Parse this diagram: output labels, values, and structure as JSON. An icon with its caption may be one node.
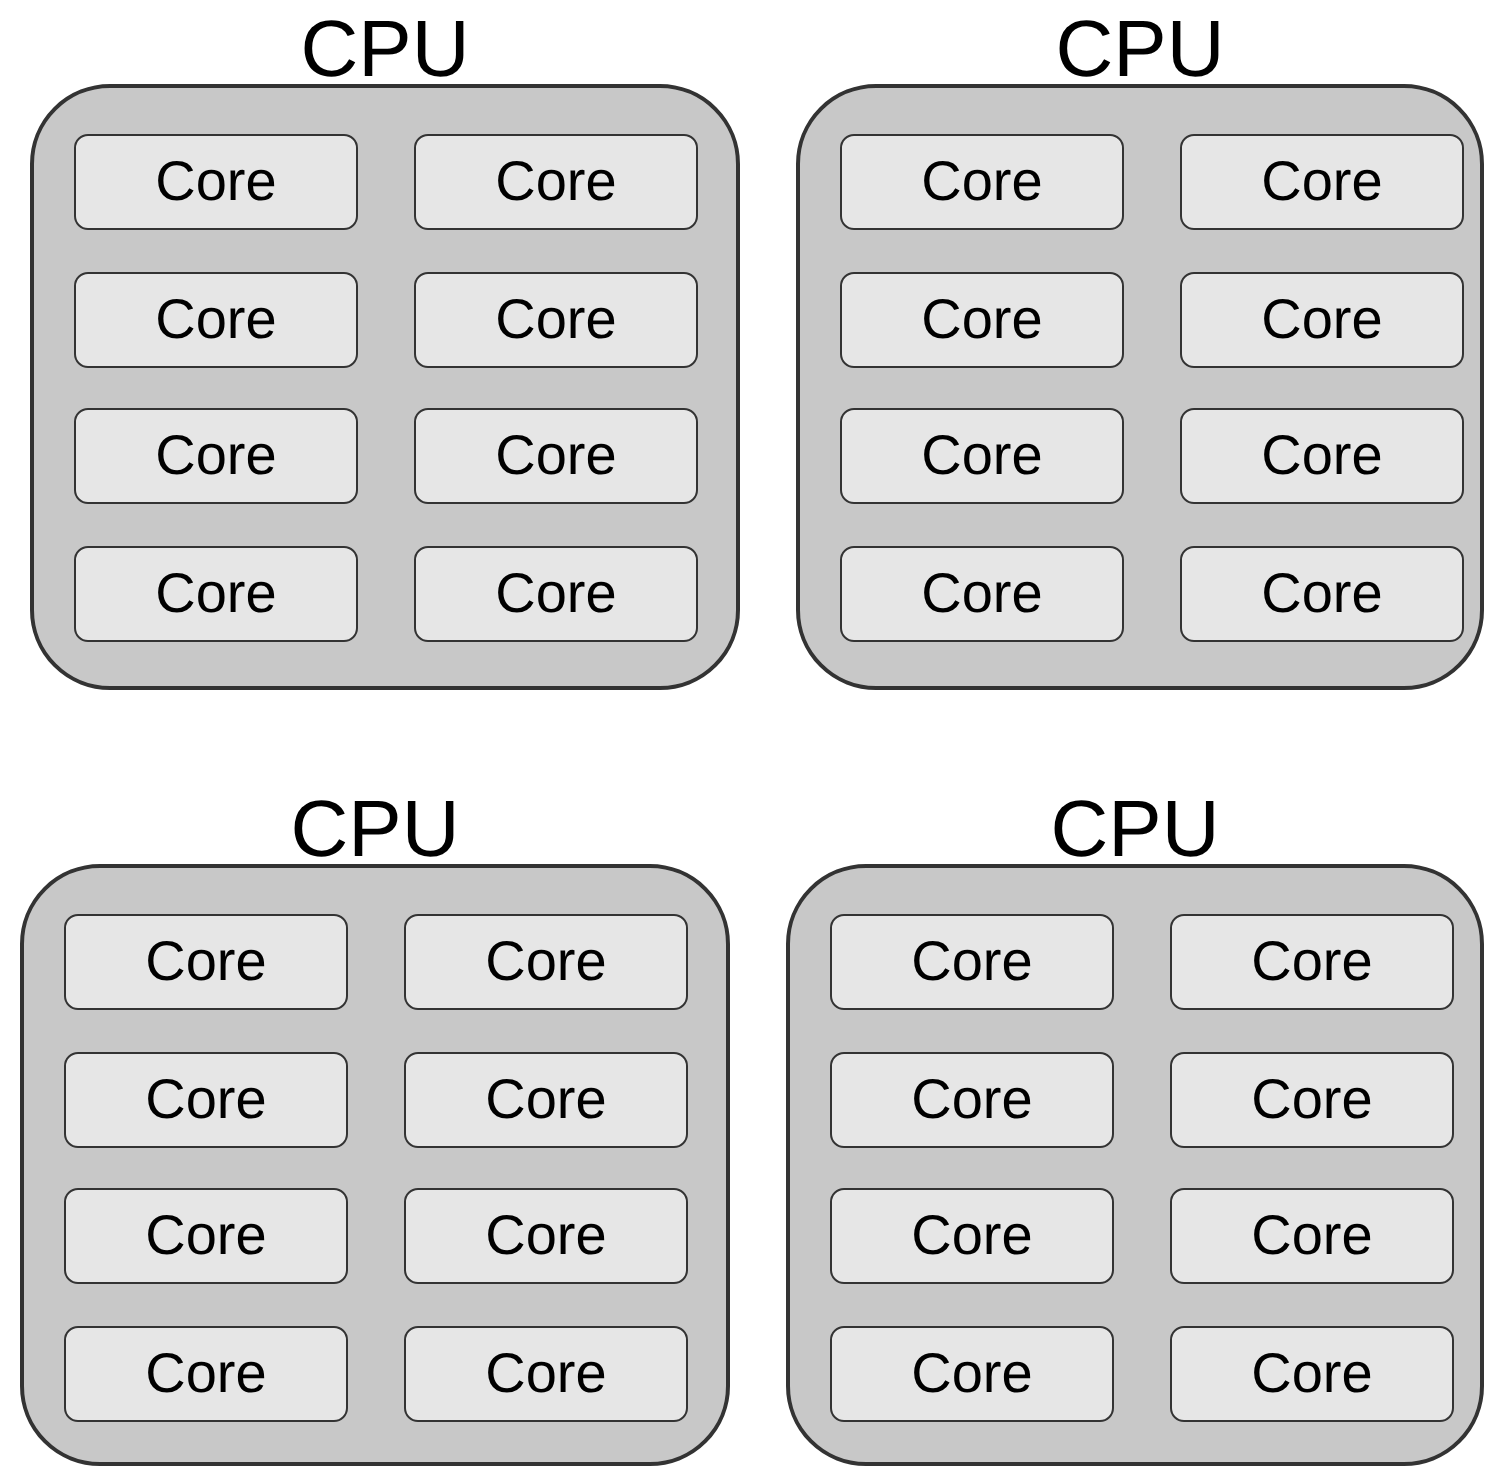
{
  "diagram": {
    "nodes": [
      {
        "text": [
          "CPU"
        ]
      },
      {
        "text": [
          "Core"
        ],
        "in": 0
      },
      {
        "text": [
          "Core"
        ],
        "in": 0
      },
      {
        "text": [
          "Core"
        ],
        "in": 0
      },
      {
        "text": [
          "Core"
        ],
        "in": 0
      },
      {
        "text": [
          "Core"
        ],
        "in": 0
      },
      {
        "text": [
          "Core"
        ],
        "in": 0
      },
      {
        "text": [
          "Core"
        ],
        "in": 0
      },
      {
        "text": [
          "Core"
        ],
        "in": 0
      },
      {
        "text": [
          "CPU"
        ]
      },
      {
        "text": [
          "Core"
        ],
        "in": 9
      },
      {
        "text": [
          "Core"
        ],
        "in": 9
      },
      {
        "text": [
          "Core"
        ],
        "in": 9
      },
      {
        "text": [
          "Core"
        ],
        "in": 9
      },
      {
        "text": [
          "Core"
        ],
        "in": 9
      },
      {
        "text": [
          "Core"
        ],
        "in": 9
      },
      {
        "text": [
          "Core"
        ],
        "in": 9
      },
      {
        "text": [
          "Core"
        ],
        "in": 9
      },
      {
        "text": [
          "CPU"
        ]
      },
      {
        "text": [
          "Core"
        ],
        "in": 18
      },
      {
        "text": [
          "Core"
        ],
        "in": 18
      },
      {
        "text": [
          "Core"
        ],
        "in": 18
      },
      {
        "text": [
          "Core"
        ],
        "in": 18
      },
      {
        "text": [
          "Core"
        ],
        "in": 18
      },
      {
        "text": [
          "Core"
        ],
        "in": 18
      },
      {
        "text": [
          "Core"
        ],
        "in": 18
      },
      {
        "text": [
          "Core"
        ],
        "in": 18
      },
      {
        "text": [
          "CPU"
        ]
      },
      {
        "text": [
          "Core"
        ],
        "in": 27
      },
      {
        "text": [
          "Core"
        ],
        "in": 27
      },
      {
        "text": [
          "Core"
        ],
        "in": 27
      },
      {
        "text": [
          "Core"
        ],
        "in": 27
      },
      {
        "text": [
          "Core"
        ],
        "in": 27
      },
      {
        "text": [
          "Core"
        ],
        "in": 27
      },
      {
        "text": [
          "Core"
        ],
        "in": 27
      },
      {
        "text": [
          "Core"
        ],
        "in": 27
      }
    ]
  }
}
